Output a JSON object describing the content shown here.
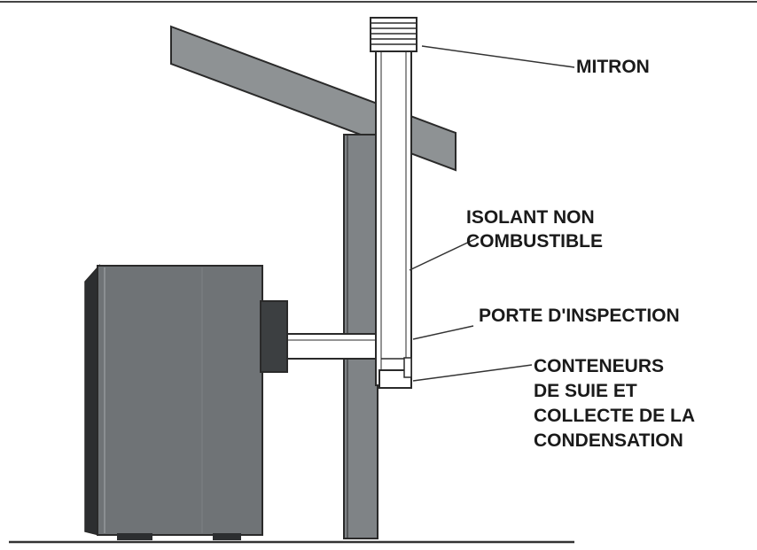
{
  "labels": {
    "mitron": "MITRON",
    "insulation": [
      "ISOLANT NON",
      "COMBUSTIBLE"
    ],
    "inspection_door": "PORTE D'INSPECTION",
    "soot_container": [
      "CONTENEURS",
      "DE SUIE ET",
      "COLLECTE DE LA",
      "CONDENSATION"
    ]
  },
  "colors": {
    "beam": "#8e9294",
    "post": "#7f8386",
    "stove_side": "#6f7376",
    "stove_front": "#3c3f41",
    "outline": "#2a2a2a",
    "pipe": "#ffffff"
  }
}
